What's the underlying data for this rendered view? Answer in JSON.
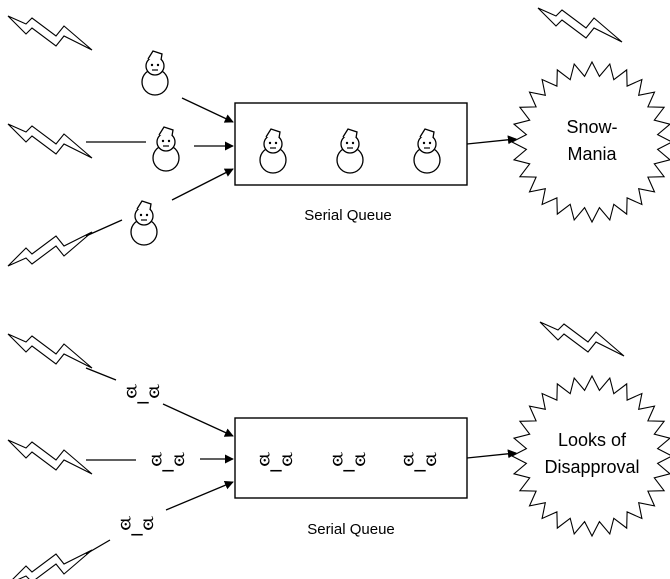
{
  "top_panel": {
    "queue_caption": "Serial Queue",
    "destination_label_line1": "Snow-",
    "destination_label_line2": "Mania",
    "item_glyph": "snowman-icon",
    "input_items": 3,
    "queued_items": 3
  },
  "bottom_panel": {
    "queue_caption": "Serial Queue",
    "destination_label_line1": "Looks of",
    "destination_label_line2": "Disapproval",
    "item_text": "ಠ_ಠ",
    "input_items": 3,
    "queued_items": 3
  }
}
